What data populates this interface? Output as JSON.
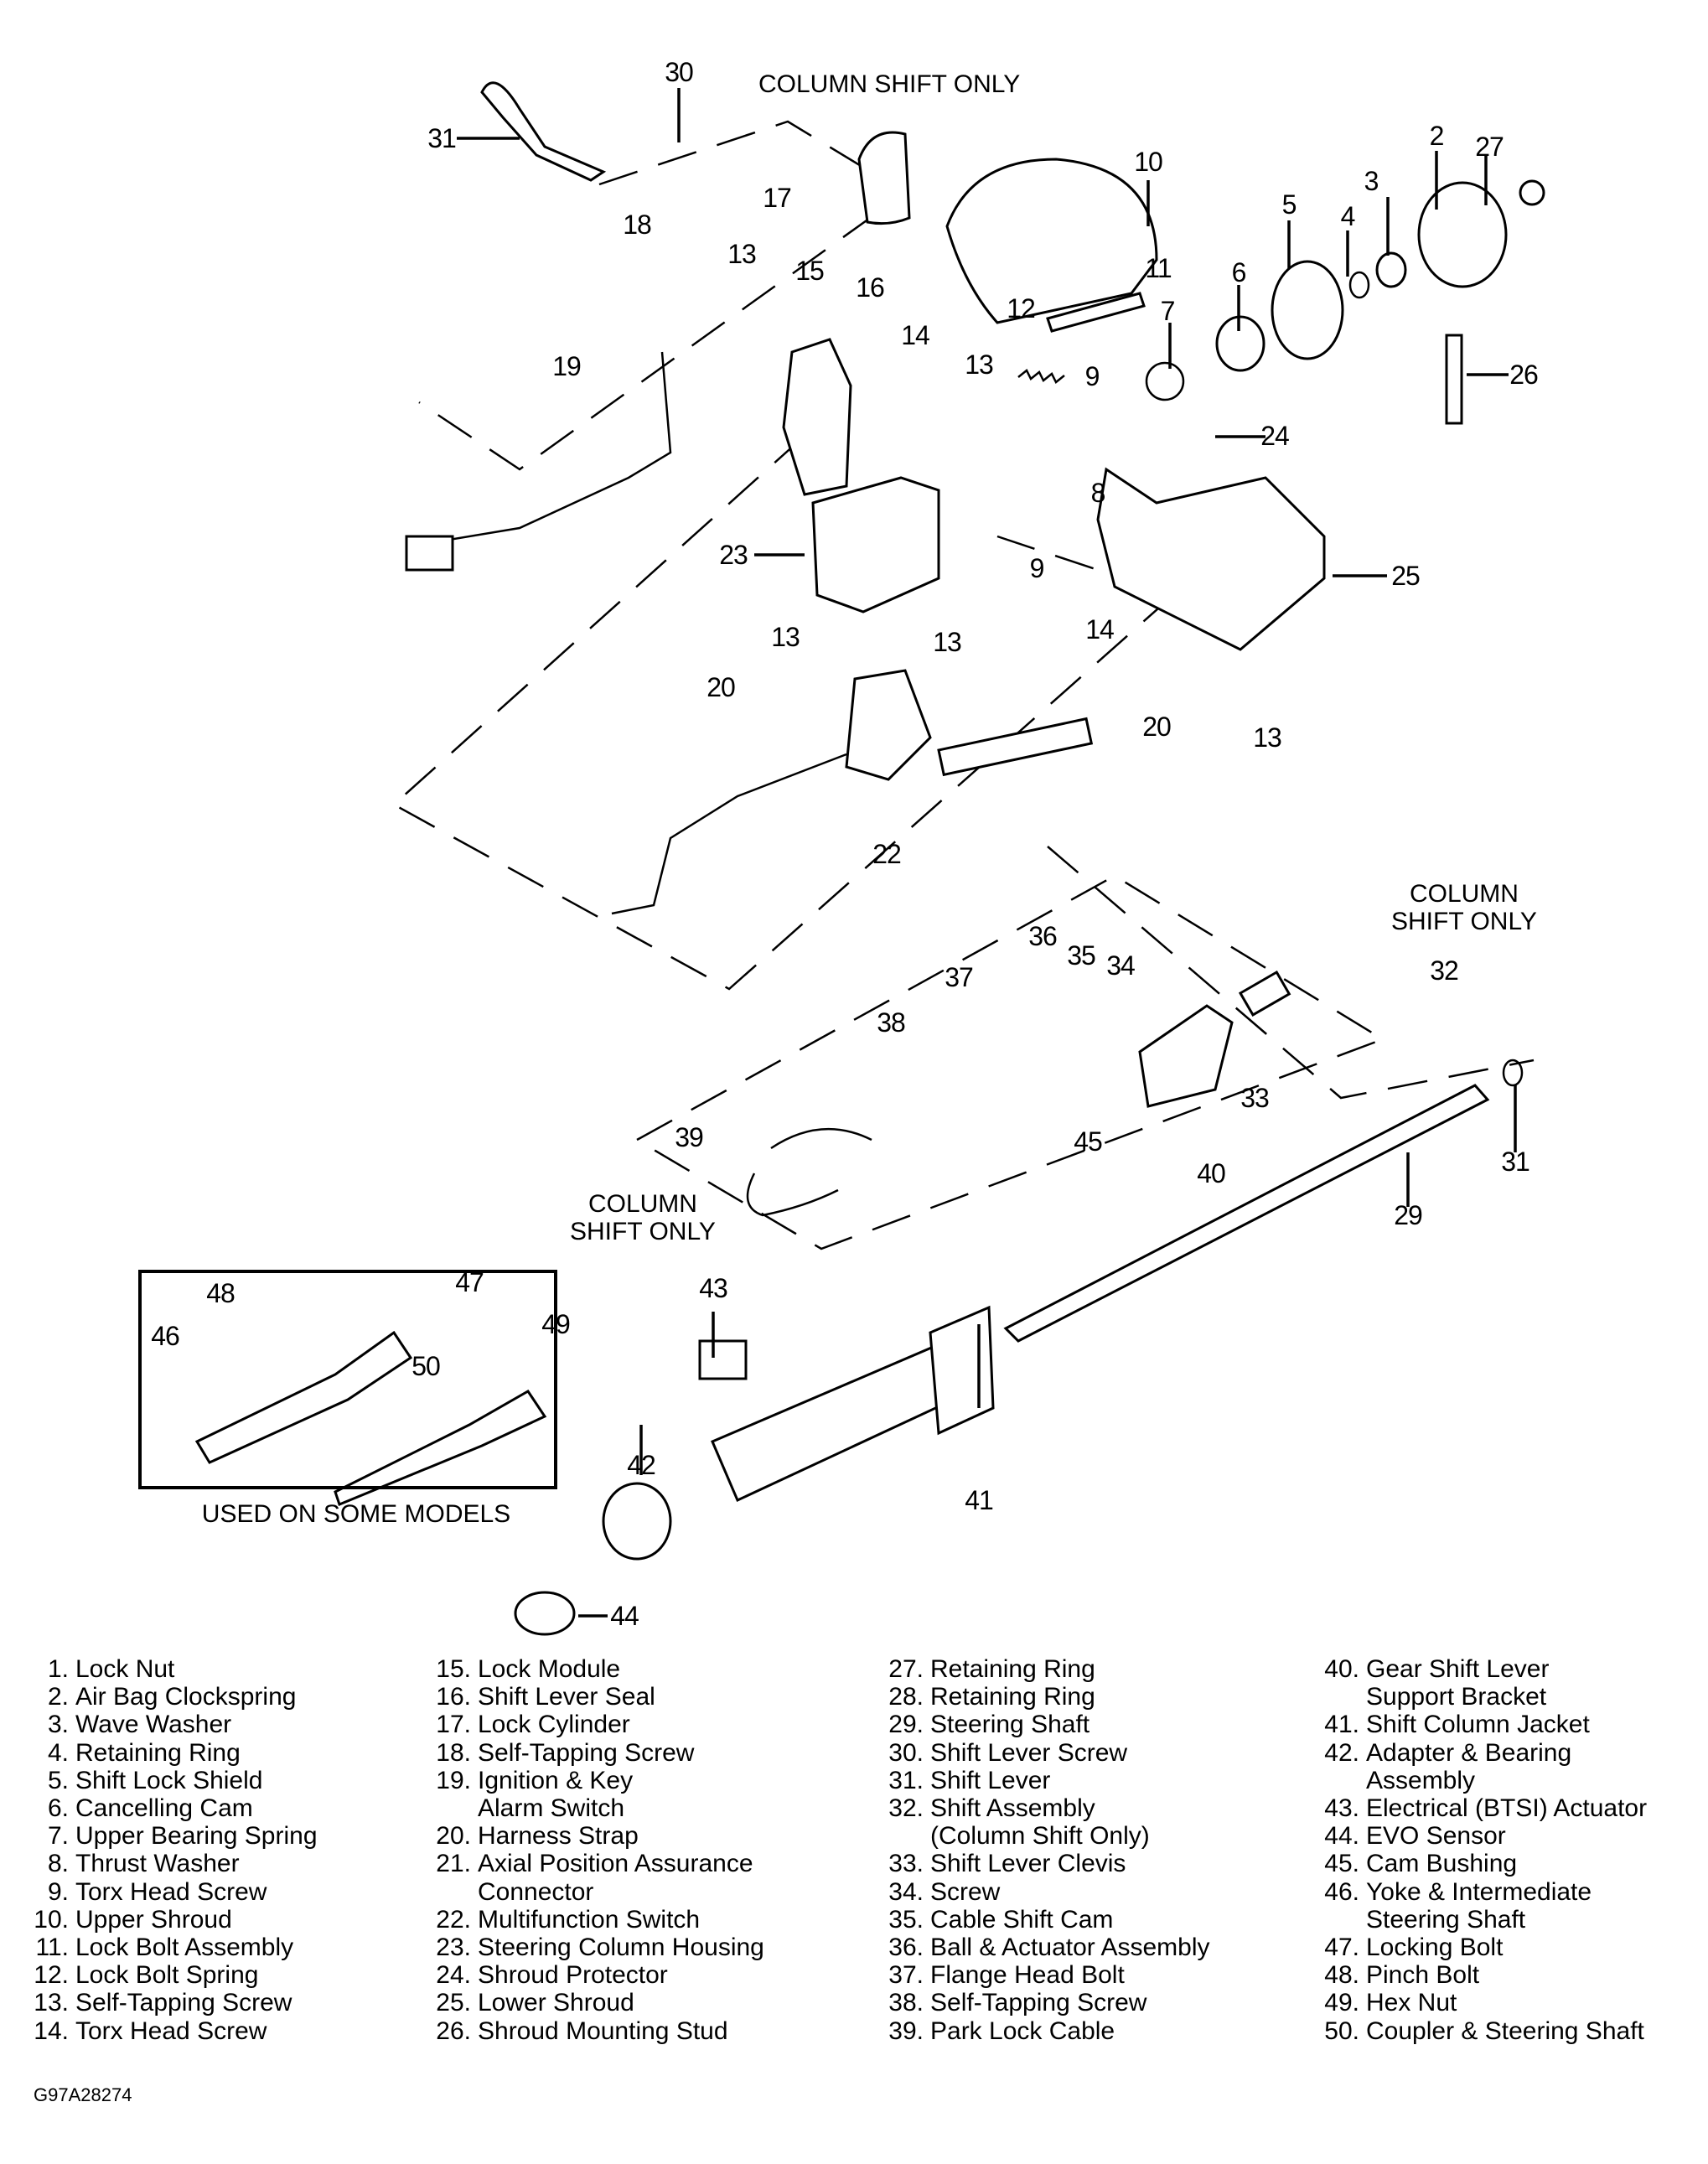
{
  "figure_id": "G97A28274",
  "notes": {
    "column_shift_top": "COLUMN SHIFT ONLY",
    "column_shift_right": [
      "COLUMN",
      "SHIFT ONLY"
    ],
    "column_shift_left": [
      "COLUMN",
      "SHIFT ONLY"
    ],
    "inset_caption": "USED ON SOME MODELS"
  },
  "callouts": [
    "30",
    "31",
    "10",
    "2",
    "27",
    "3",
    "4",
    "5",
    "6",
    "18",
    "17",
    "13",
    "15",
    "16",
    "11",
    "12",
    "7",
    "14",
    "13",
    "19",
    "26",
    "9",
    "24",
    "8",
    "23",
    "9",
    "25",
    "14",
    "13",
    "13",
    "20",
    "20",
    "13",
    "22",
    "32",
    "36",
    "35",
    "34",
    "37",
    "38",
    "33",
    "45",
    "40",
    "39",
    "31",
    "29",
    "48",
    "47",
    "49",
    "46",
    "50",
    "43",
    "42",
    "41",
    "44"
  ],
  "legend": {
    "col1": [
      {
        "num": "1.",
        "text": "Lock Nut"
      },
      {
        "num": "2.",
        "text": "Air Bag Clockspring"
      },
      {
        "num": "3.",
        "text": "Wave Washer"
      },
      {
        "num": "4.",
        "text": "Retaining Ring"
      },
      {
        "num": "5.",
        "text": "Shift Lock Shield"
      },
      {
        "num": "6.",
        "text": "Cancelling Cam"
      },
      {
        "num": "7.",
        "text": "Upper Bearing Spring"
      },
      {
        "num": "8.",
        "text": "Thrust Washer"
      },
      {
        "num": "9.",
        "text": "Torx Head Screw"
      },
      {
        "num": "10.",
        "text": "Upper Shroud"
      },
      {
        "num": "11.",
        "text": "Lock Bolt Assembly"
      },
      {
        "num": "12.",
        "text": "Lock Bolt Spring"
      },
      {
        "num": "13.",
        "text": "Self-Tapping Screw"
      },
      {
        "num": "14.",
        "text": "Torx Head Screw"
      }
    ],
    "col2": [
      {
        "num": "15.",
        "text": "Lock Module"
      },
      {
        "num": "16.",
        "text": "Shift Lever Seal"
      },
      {
        "num": "17.",
        "text": "Lock Cylinder"
      },
      {
        "num": "18.",
        "text": "Self-Tapping Screw"
      },
      {
        "num": "19.",
        "text": "Ignition & Key"
      },
      {
        "num": "",
        "text": "Alarm Switch"
      },
      {
        "num": "20.",
        "text": "Harness Strap"
      },
      {
        "num": "21.",
        "text": "Axial Position Assurance"
      },
      {
        "num": "",
        "text": "Connector"
      },
      {
        "num": "22.",
        "text": "Multifunction Switch"
      },
      {
        "num": "23.",
        "text": "Steering Column Housing"
      },
      {
        "num": "24.",
        "text": "Shroud Protector"
      },
      {
        "num": "25.",
        "text": "Lower Shroud"
      },
      {
        "num": "26.",
        "text": "Shroud Mounting Stud"
      }
    ],
    "col3": [
      {
        "num": "27.",
        "text": "Retaining Ring"
      },
      {
        "num": "28.",
        "text": "Retaining Ring"
      },
      {
        "num": "29.",
        "text": "Steering Shaft"
      },
      {
        "num": "30.",
        "text": "Shift Lever Screw"
      },
      {
        "num": "31.",
        "text": "Shift Lever"
      },
      {
        "num": "32.",
        "text": "Shift Assembly"
      },
      {
        "num": "",
        "text": "(Column Shift Only)"
      },
      {
        "num": "33.",
        "text": "Shift Lever Clevis"
      },
      {
        "num": "34.",
        "text": "Screw"
      },
      {
        "num": "35.",
        "text": "Cable Shift Cam"
      },
      {
        "num": "36.",
        "text": "Ball & Actuator Assembly"
      },
      {
        "num": "37.",
        "text": "Flange Head Bolt"
      },
      {
        "num": "38.",
        "text": "Self-Tapping Screw"
      },
      {
        "num": "39.",
        "text": "Park Lock Cable"
      }
    ],
    "col4": [
      {
        "num": "40.",
        "text": "Gear Shift Lever"
      },
      {
        "num": "",
        "text": "Support Bracket"
      },
      {
        "num": "41.",
        "text": "Shift Column Jacket"
      },
      {
        "num": "42.",
        "text": "Adapter & Bearing"
      },
      {
        "num": "",
        "text": "Assembly"
      },
      {
        "num": "43.",
        "text": "Electrical (BTSI) Actuator"
      },
      {
        "num": "44.",
        "text": "EVO Sensor"
      },
      {
        "num": "45.",
        "text": "Cam Bushing"
      },
      {
        "num": "46.",
        "text": "Yoke & Intermediate"
      },
      {
        "num": "",
        "text": "Steering Shaft"
      },
      {
        "num": "47.",
        "text": "Locking Bolt"
      },
      {
        "num": "48.",
        "text": "Pinch Bolt"
      },
      {
        "num": "49.",
        "text": "Hex Nut"
      },
      {
        "num": "50.",
        "text": "Coupler & Steering Shaft"
      }
    ]
  }
}
